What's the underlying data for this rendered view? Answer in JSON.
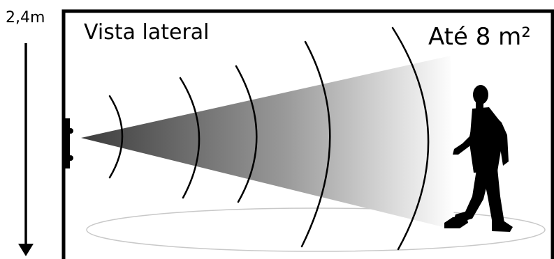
{
  "diagram": {
    "height_label": "2,4m",
    "view_label": "Vista lateral",
    "range_label": "Até 8 m²",
    "colors": {
      "ink": "#000000",
      "beam_dark": "#4a4a4a",
      "beam_light": "#ffffff",
      "floor_ellipse": "#c8c8c8",
      "background": "#ffffff"
    },
    "icons": {
      "sensor": "motion-sensor-icon",
      "person": "walking-person-icon",
      "arrow": "arrow-down-icon"
    }
  }
}
